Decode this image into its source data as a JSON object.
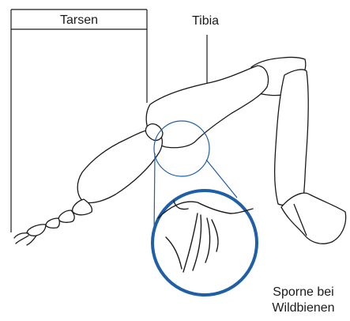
{
  "labels": {
    "tarsen": "Tarsen",
    "tibia": "Tibia",
    "sporne_line1": "Sporne bei",
    "sporne_line2": "Wildbienen"
  },
  "colors": {
    "outline": "#1a1a1a",
    "magnifier": "#1f5fa8",
    "background": "#ffffff"
  }
}
